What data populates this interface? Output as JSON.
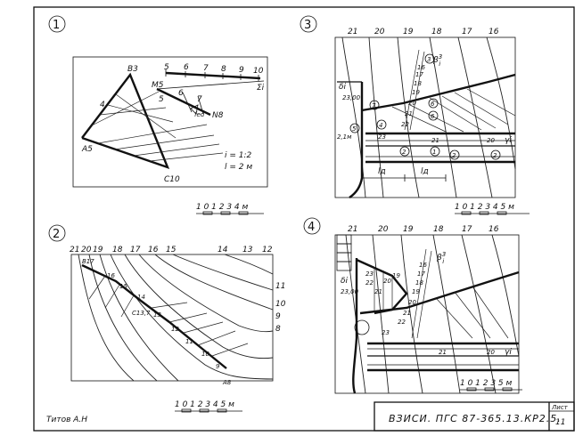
{
  "title_block": {
    "author": "Титов А.Н",
    "designation": "ВЗИСИ. ПГС 87-365.13.КР2.5.",
    "sheet_label": "Лист",
    "sheet_number": "11"
  },
  "panel1": {
    "number": "1",
    "points": {
      "a": "A5",
      "b": "B3",
      "c": "C10",
      "m": "M5",
      "n": "N8"
    },
    "edge_marks": [
      "4",
      "6",
      "7",
      "5"
    ],
    "scale_marks": [
      "5",
      "6",
      "7",
      "8",
      "9",
      "10"
    ],
    "scale_label": "Σi",
    "angle_label": "fed",
    "params": [
      "i = 1:2",
      "l = 2 м"
    ],
    "bar_scale": "1 0 1 2 3 4 м"
  },
  "panel2": {
    "number": "2",
    "top_labels": [
      "21",
      "20",
      "19",
      "18",
      "17",
      "16",
      "15",
      "14",
      "13",
      "12"
    ],
    "right_labels": [
      "11",
      "10",
      "9",
      "8"
    ],
    "points": {
      "b": "B17",
      "c": "C13,7",
      "a": "A8"
    },
    "line_marks": [
      "16",
      "15",
      "14",
      "13",
      "12",
      "11",
      "10",
      "9"
    ],
    "bar_scale": "1 0 1 2 3 4 5 м"
  },
  "panel3": {
    "number": "3",
    "top_labels": [
      "21",
      "20",
      "19",
      "18",
      "17",
      "16"
    ],
    "beta": "β",
    "beta_sup": "3",
    "beta_sub": "i",
    "left_labels": [
      "δi",
      "23,00",
      "2,1м"
    ],
    "circled": [
      "7",
      "3",
      "4",
      "5",
      "6",
      "6",
      "2",
      "1",
      "2",
      "2"
    ],
    "slope_marks": [
      "16",
      "17",
      "18",
      "19",
      "20",
      "21",
      "22",
      "23",
      "21",
      "20"
    ],
    "gamma": "γi",
    "dims": [
      "lд",
      "lд"
    ],
    "bar_scale": "1 0 1 2 3 4 5 м"
  },
  "panel4": {
    "number": "4",
    "top_labels": [
      "21",
      "20",
      "19",
      "18",
      "17",
      "16"
    ],
    "beta": "β",
    "beta_sup": "3",
    "beta_sub": "i",
    "left_labels": [
      "δi",
      "23,00",
      "23",
      "22",
      "21",
      "20",
      "19"
    ],
    "slope_marks": [
      "16",
      "17",
      "18",
      "19",
      "20",
      "21",
      "22",
      "23",
      "21",
      "20"
    ],
    "gamma": "γi",
    "bar_scale": "1 0 1 2 3 5 м"
  }
}
